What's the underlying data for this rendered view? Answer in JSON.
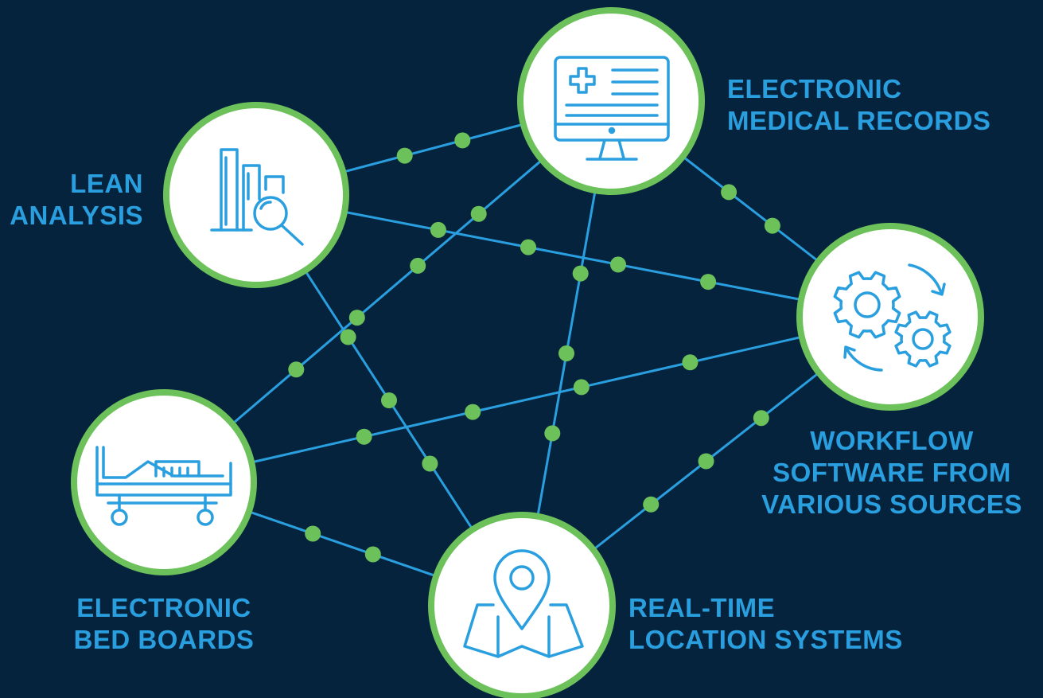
{
  "colors": {
    "background": "#05233d",
    "accent_blue": "#2a9fdf",
    "accent_green": "#6cc15b",
    "node_fill": "#ffffff"
  },
  "nodes": [
    {
      "id": "emr",
      "icon": "monitor-medical-icon",
      "label_lines": [
        "ELECTRONIC",
        "MEDICAL RECORDS"
      ]
    },
    {
      "id": "lean",
      "icon": "bar-chart-magnifier-icon",
      "label_lines": [
        "LEAN",
        "ANALYSIS"
      ]
    },
    {
      "id": "workflow",
      "icon": "gears-cycle-icon",
      "label_lines": [
        "WORKFLOW",
        "SOFTWARE FROM",
        "VARIOUS SOURCES"
      ]
    },
    {
      "id": "bed",
      "icon": "hospital-bed-icon",
      "label_lines": [
        "ELECTRONIC",
        "BED BOARDS"
      ]
    },
    {
      "id": "rtls",
      "icon": "map-pin-icon",
      "label_lines": [
        "REAL-TIME",
        "LOCATION SYSTEMS"
      ]
    }
  ],
  "connections": [
    [
      "lean",
      "emr"
    ],
    [
      "lean",
      "workflow"
    ],
    [
      "lean",
      "rtls"
    ],
    [
      "emr",
      "workflow"
    ],
    [
      "emr",
      "bed"
    ],
    [
      "emr",
      "rtls"
    ],
    [
      "workflow",
      "bed"
    ],
    [
      "workflow",
      "rtls"
    ],
    [
      "bed",
      "rtls"
    ]
  ]
}
